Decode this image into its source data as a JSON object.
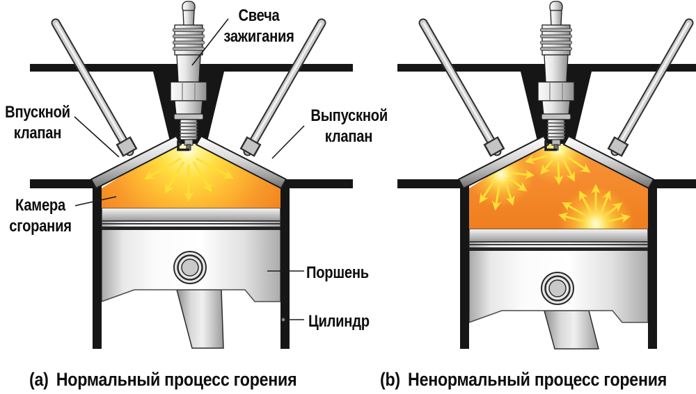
{
  "labels": {
    "spark_plug": {
      "line1": "Свеча",
      "line2": "зажигания"
    },
    "intake_valve": {
      "line1": "Впускной",
      "line2": "клапан"
    },
    "exhaust_valve": {
      "line1": "Выпускной",
      "line2": "клапан"
    },
    "combustion_chamber": {
      "line1": "Камера",
      "line2": "сгорания"
    },
    "piston": "Поршень",
    "cylinder": "Цилиндр"
  },
  "captions": {
    "a": {
      "prefix": "(a)",
      "text": "Нормальный процесс горения"
    },
    "b": {
      "prefix": "(b)",
      "text": "Ненормальный процесс горения"
    }
  },
  "colors": {
    "outline_black": "#161616",
    "flame_orange": "#F2851F",
    "flame_yellow": "#FFDC3F",
    "flame_core": "#FFFDEE",
    "arrow_yellow": "#FFDF35",
    "metal_light": "#FAFAFA",
    "metal_dark": "#8F8F8F",
    "text": "#0D0D0D",
    "background": "#FFFFFF"
  },
  "diagram": {
    "type": "engine-combustion-comparison",
    "panels": [
      {
        "id": "a",
        "combustion": "normal",
        "ignition_sources": [
          "spark-plug"
        ]
      },
      {
        "id": "b",
        "combustion": "abnormal",
        "ignition_sources": [
          "spark-plug",
          "hot-spot-left",
          "hot-spot-right"
        ]
      }
    ]
  }
}
